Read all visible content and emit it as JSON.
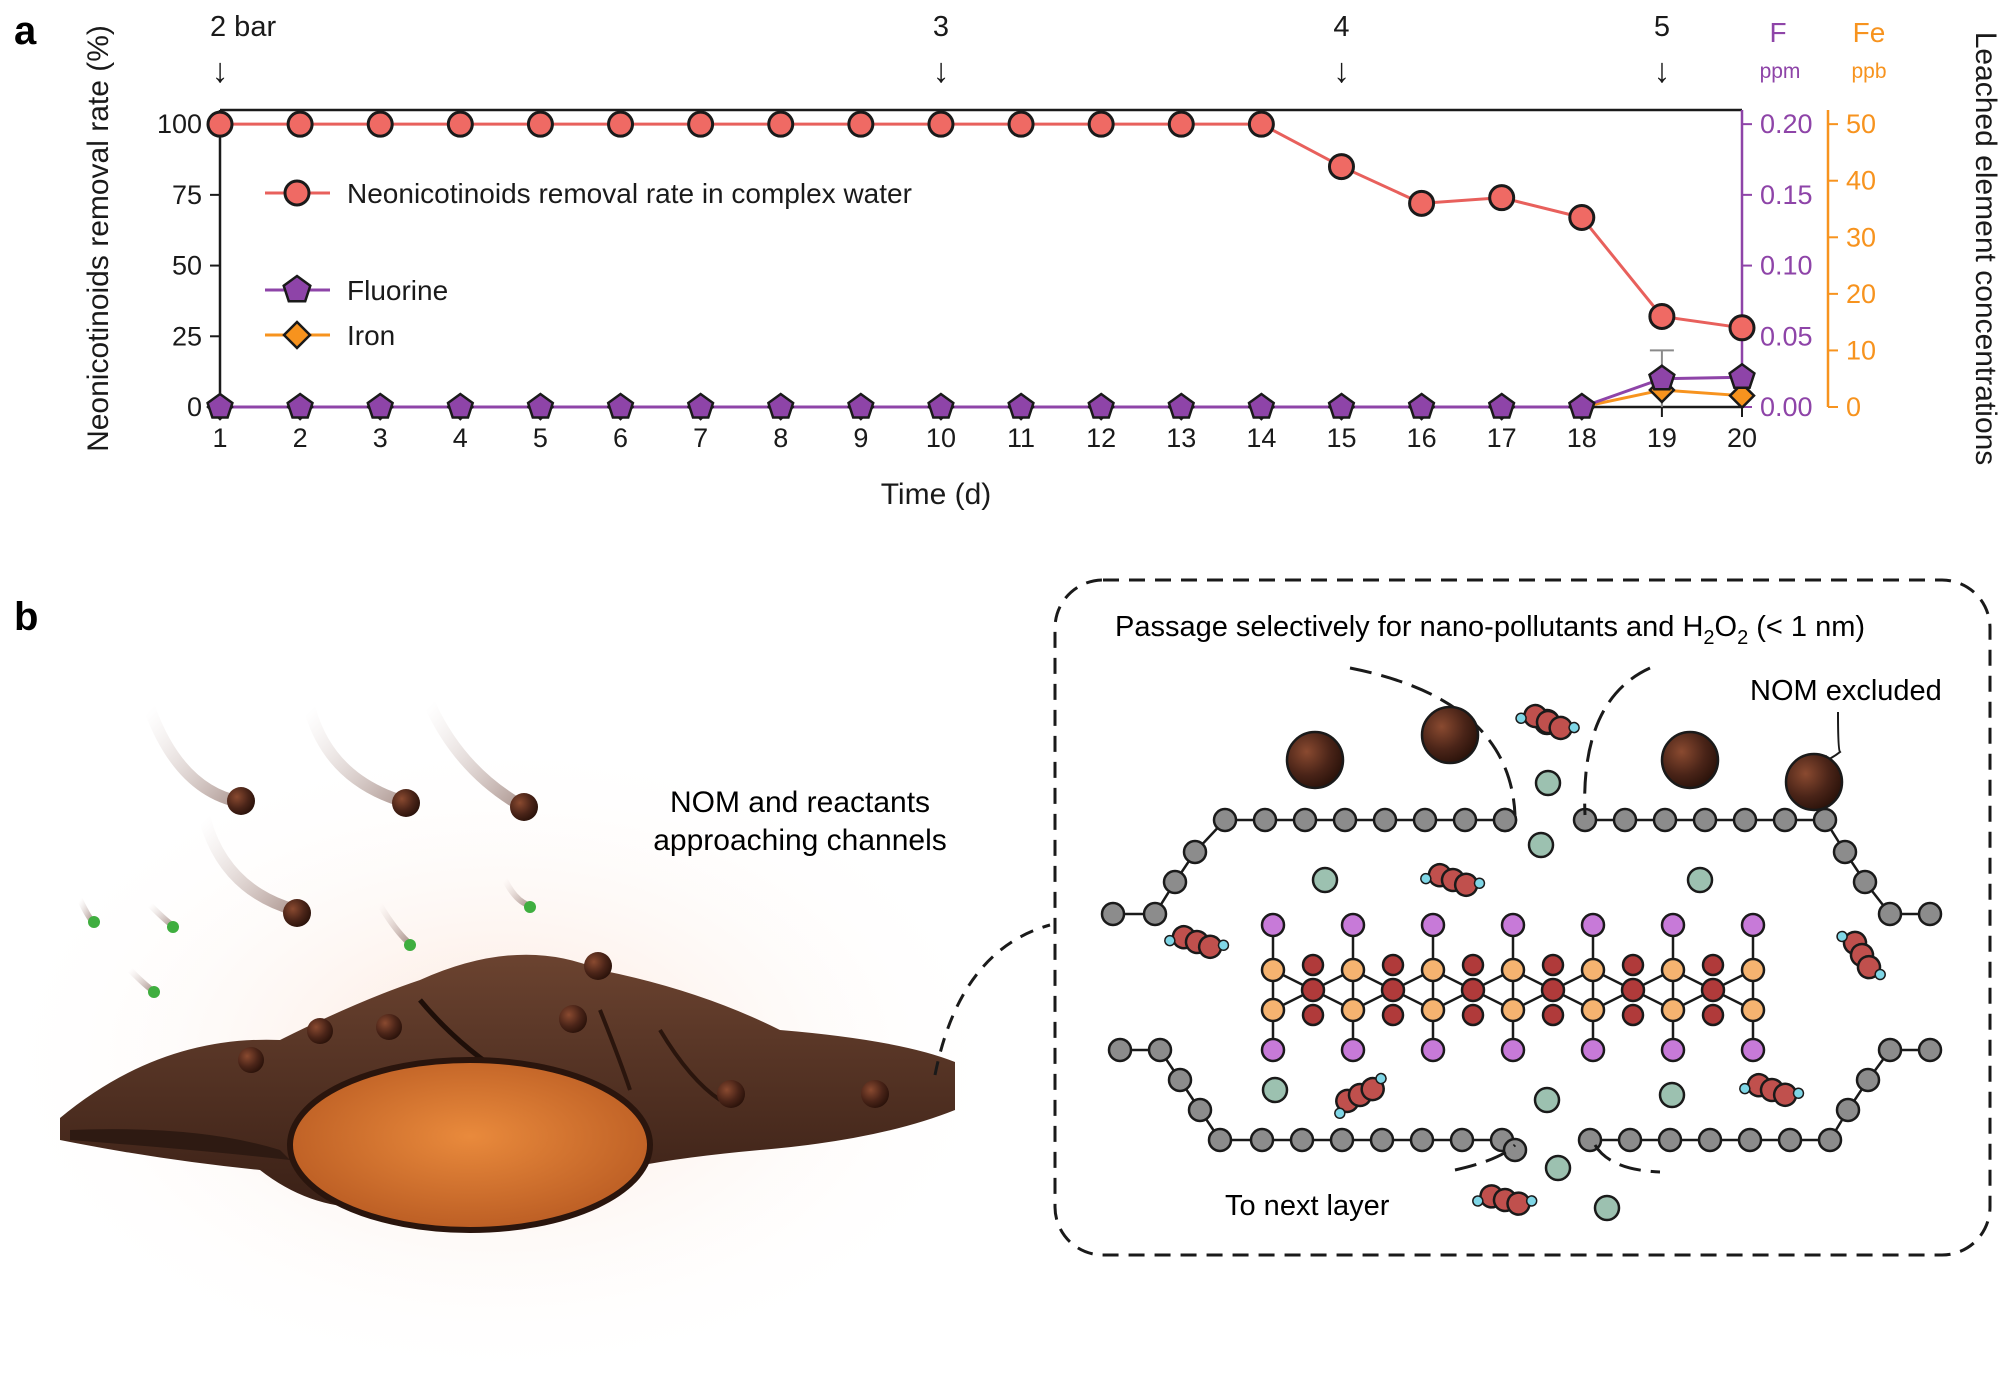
{
  "panel_labels": {
    "a": "a",
    "b": "b"
  },
  "colors": {
    "removal": "#e8605c",
    "removal_marker_fill": "#ef6a64",
    "fluorine": "#8e44a8",
    "iron": "#f7931e",
    "axis": "#1a1a1a",
    "nom_particle": "#4a2418",
    "graphene_atom": "#8c8c8c",
    "pollutant_red": "#c0504d",
    "pollutant_cyan": "#7fd6e6",
    "water_molecule": "#9cc1b0",
    "iron_core": "#d9752f",
    "fluorine_atom": "#c77ad8",
    "lattice_red": "#b03a3a",
    "lattice_orange": "#f5b370"
  },
  "chart_data": {
    "type": "line",
    "x_label": "Time (d)",
    "x_ticks": [
      "1",
      "2",
      "3",
      "4",
      "5",
      "6",
      "7",
      "8",
      "9",
      "10",
      "11",
      "12",
      "13",
      "14",
      "15",
      "16",
      "17",
      "18",
      "19",
      "20"
    ],
    "x": [
      1,
      2,
      3,
      4,
      5,
      6,
      7,
      8,
      9,
      10,
      11,
      12,
      13,
      14,
      15,
      16,
      17,
      18,
      19,
      20
    ],
    "y_left_label": "Neonicotinoids  removal  rate (%)",
    "y_left_ticks": [
      "0",
      "25",
      "50",
      "75",
      "100"
    ],
    "y_left_lim": [
      0,
      105
    ],
    "y_right1_unit_symbol": "F",
    "y_right1_unit": "ppm",
    "y_right1_ticks": [
      "0.00",
      "0.05",
      "0.10",
      "0.15",
      "0.20"
    ],
    "y_right1_lim": [
      0,
      0.21
    ],
    "y_right2_unit_symbol": "Fe",
    "y_right2_unit": "ppb",
    "y_right2_ticks": [
      "0",
      "10",
      "20",
      "30",
      "40",
      "50"
    ],
    "y_right2_lim": [
      0,
      52.5
    ],
    "y_right_label": "Leached element concentrations",
    "pressure_annotations": [
      {
        "x": 1,
        "label": "2 bar",
        "arrow": "↓"
      },
      {
        "x": 10,
        "label": "3",
        "arrow": "↓"
      },
      {
        "x": 15,
        "label": "4",
        "arrow": "↓"
      },
      {
        "x": 19,
        "label": "5",
        "arrow": "↓"
      }
    ],
    "series": [
      {
        "name": "Neonicotinoids removal rate in complex water",
        "axis": "left",
        "values": [
          100,
          100,
          100,
          100,
          100,
          100,
          100,
          100,
          100,
          100,
          100,
          100,
          100,
          100,
          85,
          72,
          74,
          67,
          32,
          28
        ]
      },
      {
        "name": "Fluorine",
        "axis": "right1",
        "values": [
          0,
          0,
          0,
          0,
          0,
          0,
          0,
          0,
          0,
          0,
          0,
          0,
          0,
          0,
          0,
          0,
          0,
          0,
          0.02,
          0.021
        ],
        "error": [
          0,
          0,
          0,
          0,
          0,
          0,
          0,
          0,
          0,
          0,
          0,
          0,
          0,
          0,
          0,
          0,
          0,
          0,
          0.02,
          0
        ]
      },
      {
        "name": "Iron",
        "axis": "right2",
        "values": [
          0,
          0,
          0,
          0,
          0,
          0,
          0,
          0,
          0,
          0,
          0,
          0,
          0,
          0,
          0,
          0,
          0,
          0,
          3,
          2
        ]
      }
    ],
    "legend_placement": "upper-left",
    "grid": false
  },
  "diagram": {
    "approach_text_line1": "NOM and reactants",
    "approach_text_line2": "approaching channels",
    "passage_text_prefix": "Passage selectively for nano-pollutants and H",
    "passage_sub1": "2",
    "passage_mid": "O",
    "passage_sub2": "2",
    "passage_suffix": " (< 1 nm)",
    "nom_excluded": "NOM excluded",
    "to_next_layer": "To next layer"
  }
}
